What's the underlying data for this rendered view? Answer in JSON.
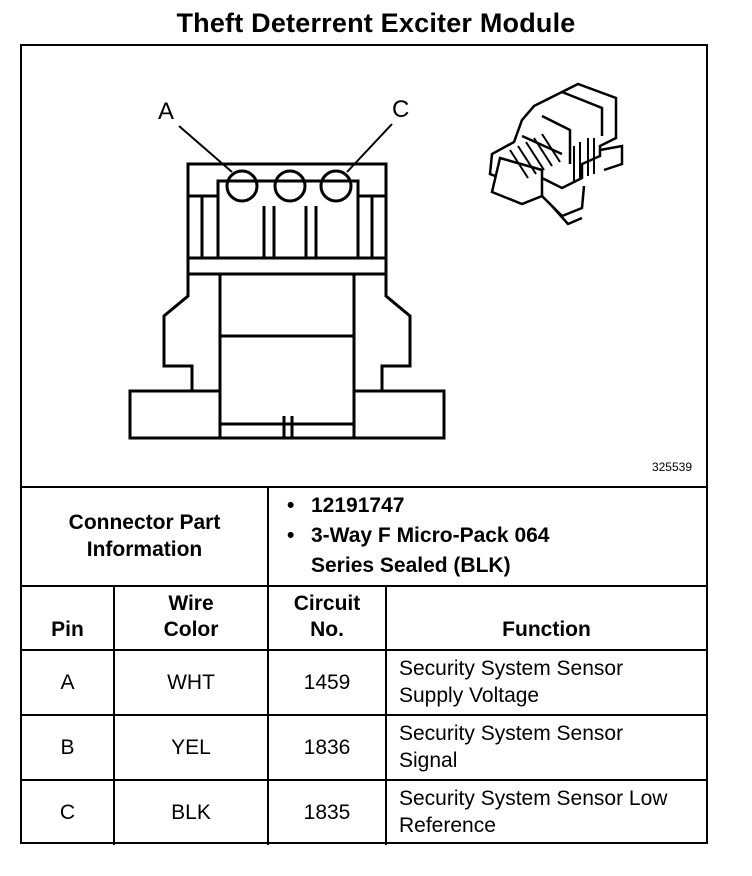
{
  "title": "Theft Deterrent Exciter Module",
  "diagram": {
    "label_a": "A",
    "label_c": "C",
    "figure_number": "325539"
  },
  "connector_info": {
    "label": "Connector Part Information",
    "items": [
      "12191747",
      "3-Way F Micro-Pack 064 Series Sealed (BLK)"
    ]
  },
  "table": {
    "headers": {
      "pin": "Pin",
      "wire_color": "Wire Color",
      "circuit_no": "Circuit No.",
      "function": "Function"
    },
    "rows": [
      {
        "pin": "A",
        "wire_color": "WHT",
        "circuit": "1459",
        "function": "Security System Sensor Supply Voltage"
      },
      {
        "pin": "B",
        "wire_color": "YEL",
        "circuit": "1836",
        "function": "Security System Sensor Signal"
      },
      {
        "pin": "C",
        "wire_color": "BLK",
        "circuit": "1835",
        "function": "Security System Sensor Low Reference"
      }
    ]
  }
}
